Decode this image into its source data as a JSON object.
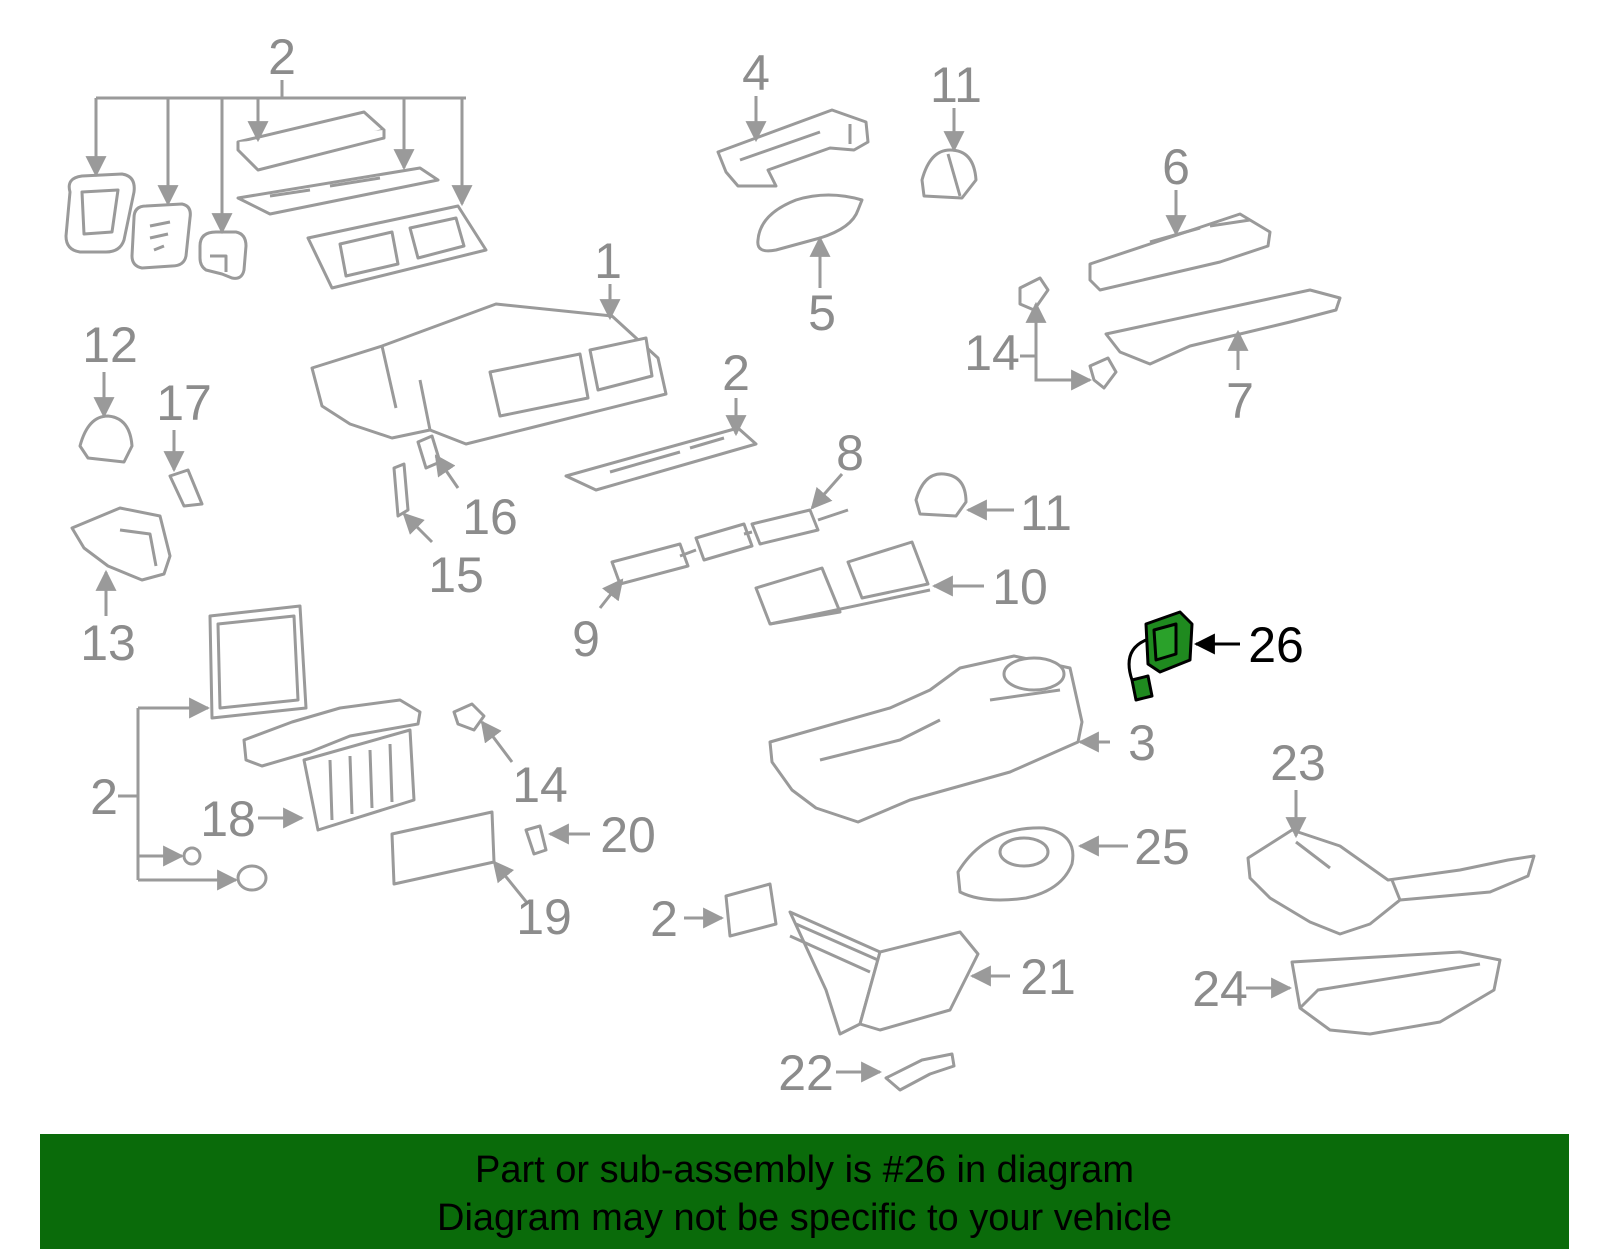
{
  "colors": {
    "line_gray": "#9a9a9a",
    "label_gray": "#8c8c8c",
    "highlight_green": "#1f8a1f",
    "highlight_label": "#000000",
    "banner_bg": "#0a6b0a",
    "banner_text": "#000000"
  },
  "callouts": {
    "c2_top": "2",
    "c4": "4",
    "c11_top": "11",
    "c6": "6",
    "c1": "1",
    "c5": "5",
    "c14_top": "14",
    "c7": "7",
    "c12": "12",
    "c17": "17",
    "c2_mid": "2",
    "c8": "8",
    "c16": "16",
    "c11_mid": "11",
    "c13": "13",
    "c15": "15",
    "c9": "9",
    "c10": "10",
    "c26": "26",
    "c3": "3",
    "c2_left": "2",
    "c14_mid": "14",
    "c18": "18",
    "c20": "20",
    "c23": "23",
    "c19": "19",
    "c25": "25",
    "c2_bottom": "2",
    "c21": "21",
    "c24": "24",
    "c22": "22"
  },
  "banner": {
    "line1": "Part or sub-assembly is #26 in diagram",
    "line2": "Diagram may not be specific to your vehicle"
  }
}
